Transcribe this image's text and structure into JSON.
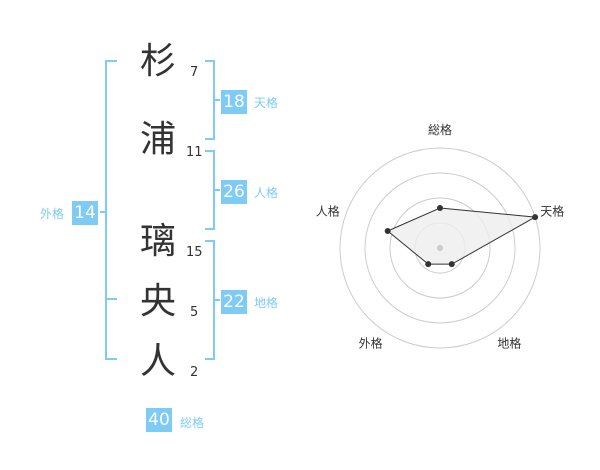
{
  "name": {
    "characters": [
      {
        "char": "杉",
        "strokes": "7"
      },
      {
        "char": "浦",
        "strokes": "11"
      },
      {
        "char": "璃",
        "strokes": "15"
      },
      {
        "char": "央",
        "strokes": "5"
      },
      {
        "char": "人",
        "strokes": "2"
      }
    ]
  },
  "fortunes": {
    "tenkaku": {
      "value": "18",
      "label": "天格"
    },
    "jinkaku": {
      "value": "26",
      "label": "人格"
    },
    "chikaku": {
      "value": "22",
      "label": "地格"
    },
    "gaikaku": {
      "value": "14",
      "label": "外格"
    },
    "soukaku": {
      "value": "40",
      "label": "総格"
    }
  },
  "colors": {
    "accent": "#7ecbf5",
    "text": "#333333",
    "ring": "#cccccc",
    "polygon_fill": "#eeeeee",
    "point": "#333333"
  },
  "chart_data": {
    "type": "radar",
    "axes": [
      "総格",
      "天格",
      "地格",
      "外格",
      "人格"
    ],
    "values": [
      0.4,
      1.0,
      0.2,
      0.2,
      0.55
    ],
    "range": [
      0,
      1
    ],
    "rings": 4
  }
}
